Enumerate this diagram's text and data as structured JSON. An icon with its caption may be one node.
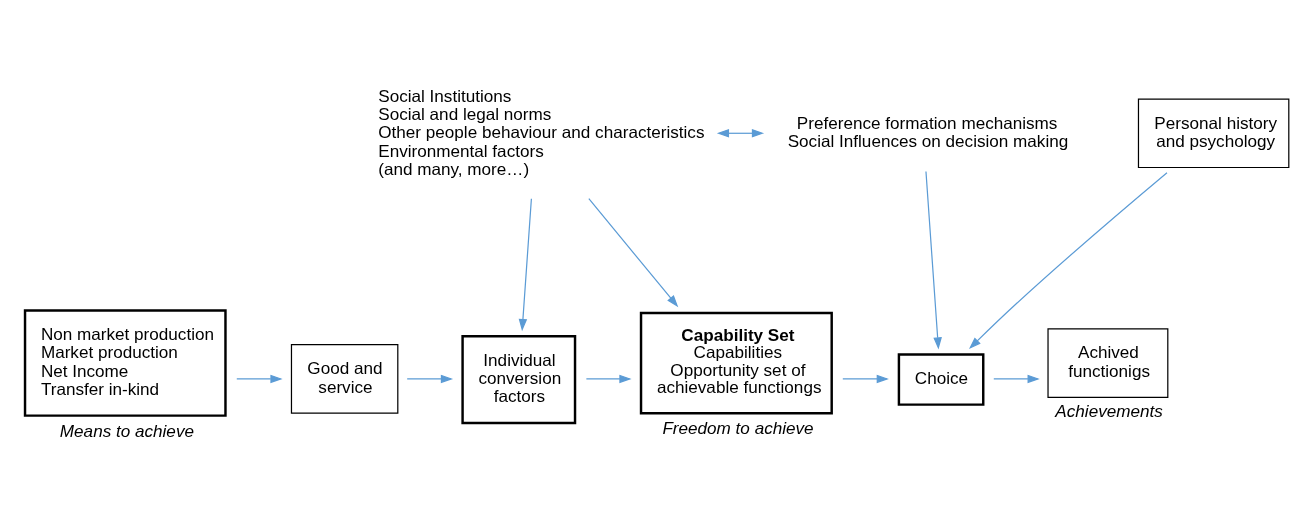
{
  "diagram": {
    "nodes": [
      {
        "text": [
          "Social Institutions",
          "Social and legal norms",
          "Other people behaviour and characteristics",
          "Environmental factors",
          "(and many, more…)"
        ]
      },
      {
        "text": [
          "Preference formation mechanisms",
          "Social Influences on decision making"
        ]
      },
      {
        "text": [
          "Personal history and psychology"
        ]
      },
      {
        "text": [
          "Non market production",
          "Market production",
          "Net Income",
          "Transfer in-kind"
        ],
        "beside": [
          "Means to achieve"
        ]
      },
      {
        "text": [
          "Good and service"
        ]
      },
      {
        "text": [
          "Individual conversion factors"
        ]
      },
      {
        "text": [
          "Capability Set",
          "Capabilities",
          "Opportunity set of achievable functiongs"
        ],
        "beside": [
          "Freedom to achieve"
        ]
      },
      {
        "text": [
          "Choice"
        ]
      },
      {
        "text": [
          "Achived functionigs"
        ],
        "beside": [
          "Achievements"
        ]
      }
    ],
    "edges": [
      {
        "from": 0,
        "to": 1,
        "arrow": "both"
      },
      {
        "from": 0,
        "to": 5,
        "arrow": "to"
      },
      {
        "from": 0,
        "to": 6,
        "arrow": "to"
      },
      {
        "from": 1,
        "to": 7,
        "arrow": "to"
      },
      {
        "from": 2,
        "to": 7,
        "arrow": "to"
      },
      {
        "from": 3,
        "to": 4,
        "arrow": "to"
      },
      {
        "from": 4,
        "to": 5,
        "arrow": "to"
      },
      {
        "from": 5,
        "to": 6,
        "arrow": "to"
      },
      {
        "from": 6,
        "to": 7,
        "arrow": "to"
      },
      {
        "from": 7,
        "to": 8,
        "arrow": "to"
      }
    ]
  }
}
